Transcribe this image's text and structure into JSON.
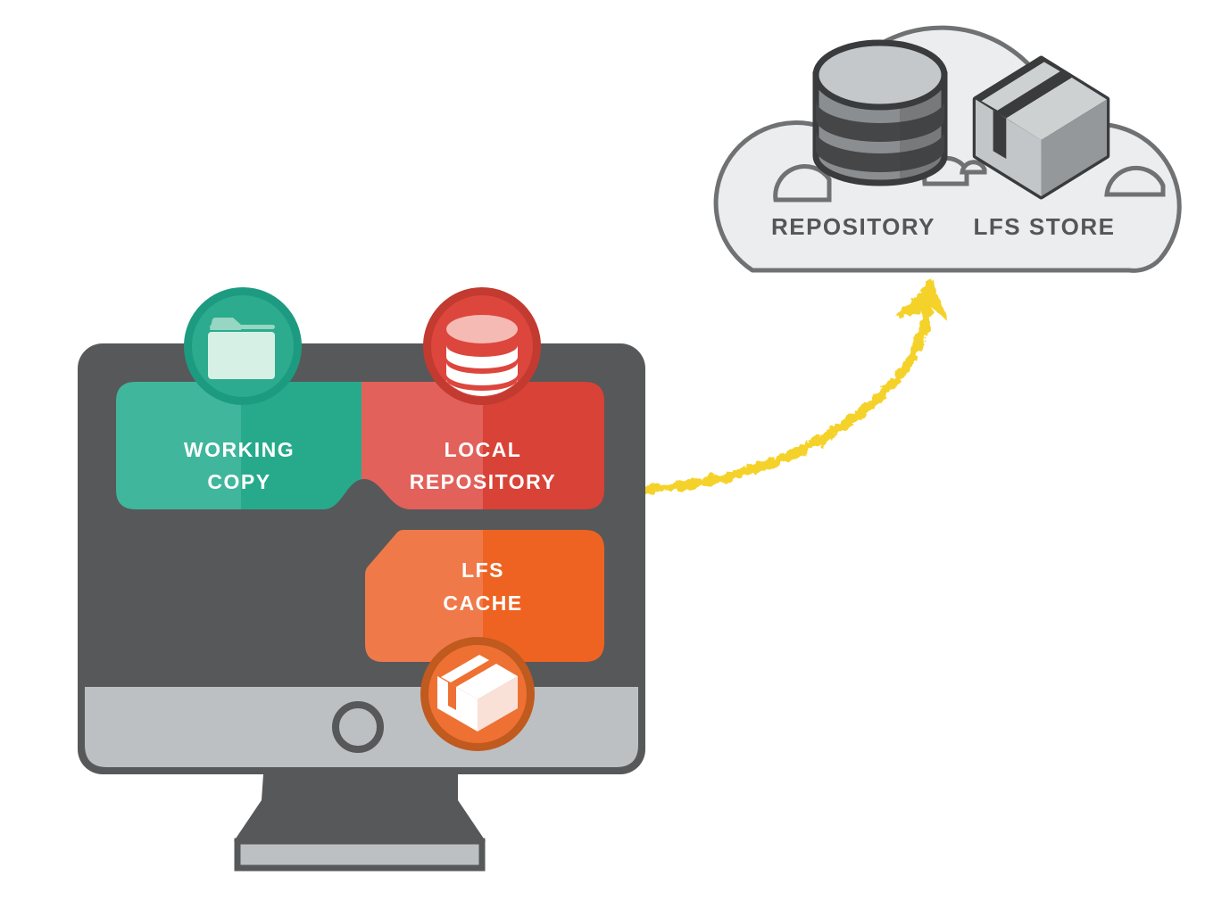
{
  "cloud": {
    "repository_label": "REPOSITORY",
    "lfs_store_label": "LFS STORE",
    "icons": [
      "database-cylinder-icon",
      "lfs-package-box-icon"
    ]
  },
  "blocks": {
    "working_copy": {
      "line1": "WORKING",
      "line2": "COPY",
      "icon": "folder-icon"
    },
    "local_repository": {
      "line1": "LOCAL",
      "line2": "REPOSITORY",
      "icon": "database-icon"
    },
    "lfs_cache": {
      "line1": "LFS",
      "line2": "CACHE",
      "icon": "git-lfs-box-icon"
    }
  },
  "arrow": {
    "style": "hand-drawn-crayon",
    "direction": "monitor-to-cloud"
  },
  "colors": {
    "teal_light": "#40b69c",
    "teal_dark": "#27aa8c",
    "teal_ring": "#1d9b80",
    "teal_fill": "#2cab8e",
    "folder_body": "#d6f0e6",
    "folder_tab": "#96d6c2",
    "red_light": "#e2615a",
    "red_dark": "#d94236",
    "red_ring": "#c23a30",
    "red_fill": "#dc463d",
    "db_pink": "#f5bab4",
    "orange_light": "#f0794a",
    "orange_dark": "#ee6322",
    "orange_ring": "#c05a1e",
    "orange_fill": "#ee7133",
    "lfs_pink": "#f9e1d7",
    "monitor_gray": "#57585a",
    "bezel_gray": "#bdc0c3",
    "cloud_fill": "#ebedef",
    "cloud_stroke": "#6f7173",
    "label_gray": "#55565a",
    "icon_outline": "#3a3b3d",
    "icon_top_light": "#c5c8ca",
    "icon_body_mid": "#8b8e91",
    "icon_band_dark": "#454648",
    "box_top": "#ced1d2",
    "box_left": "#c3c6c8",
    "box_right": "#95989b",
    "arrow_yellow": "#f5d22b",
    "text_white": "#ffffff"
  }
}
